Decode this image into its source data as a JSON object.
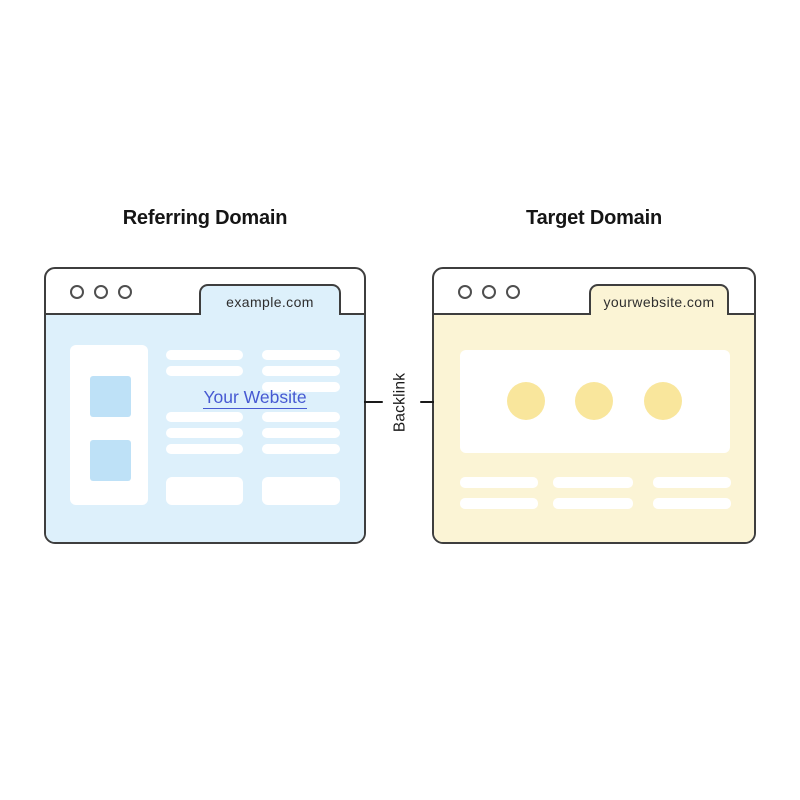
{
  "theme": {
    "page_bg": "#ffffff",
    "white": "#ffffff",
    "outline": "#3e3e3e",
    "control_stroke": "#4f4f4f",
    "blue_body": "#ddf0fb",
    "blue_accent": "#bee1f7",
    "yellow_body": "#fbf4d5",
    "yellow_accent": "#f9e69c",
    "ink": "#1a1a1a",
    "title": "#151515",
    "tab_text": "#2e2e2e",
    "link": "#4659d2"
  },
  "left_panel": {
    "title": "Referring Domain",
    "window": {
      "tab_label": "example.com"
    },
    "link_label": "Your Website"
  },
  "right_panel": {
    "title": "Target Domain",
    "window": {
      "tab_label": "yourwebsite.com"
    }
  },
  "connector": {
    "label": "Backlink"
  },
  "icons": {
    "window_controls": "three-outlined-circles",
    "connector_start": "filled-dot",
    "connector_end": "chevron-right-arrowhead"
  }
}
